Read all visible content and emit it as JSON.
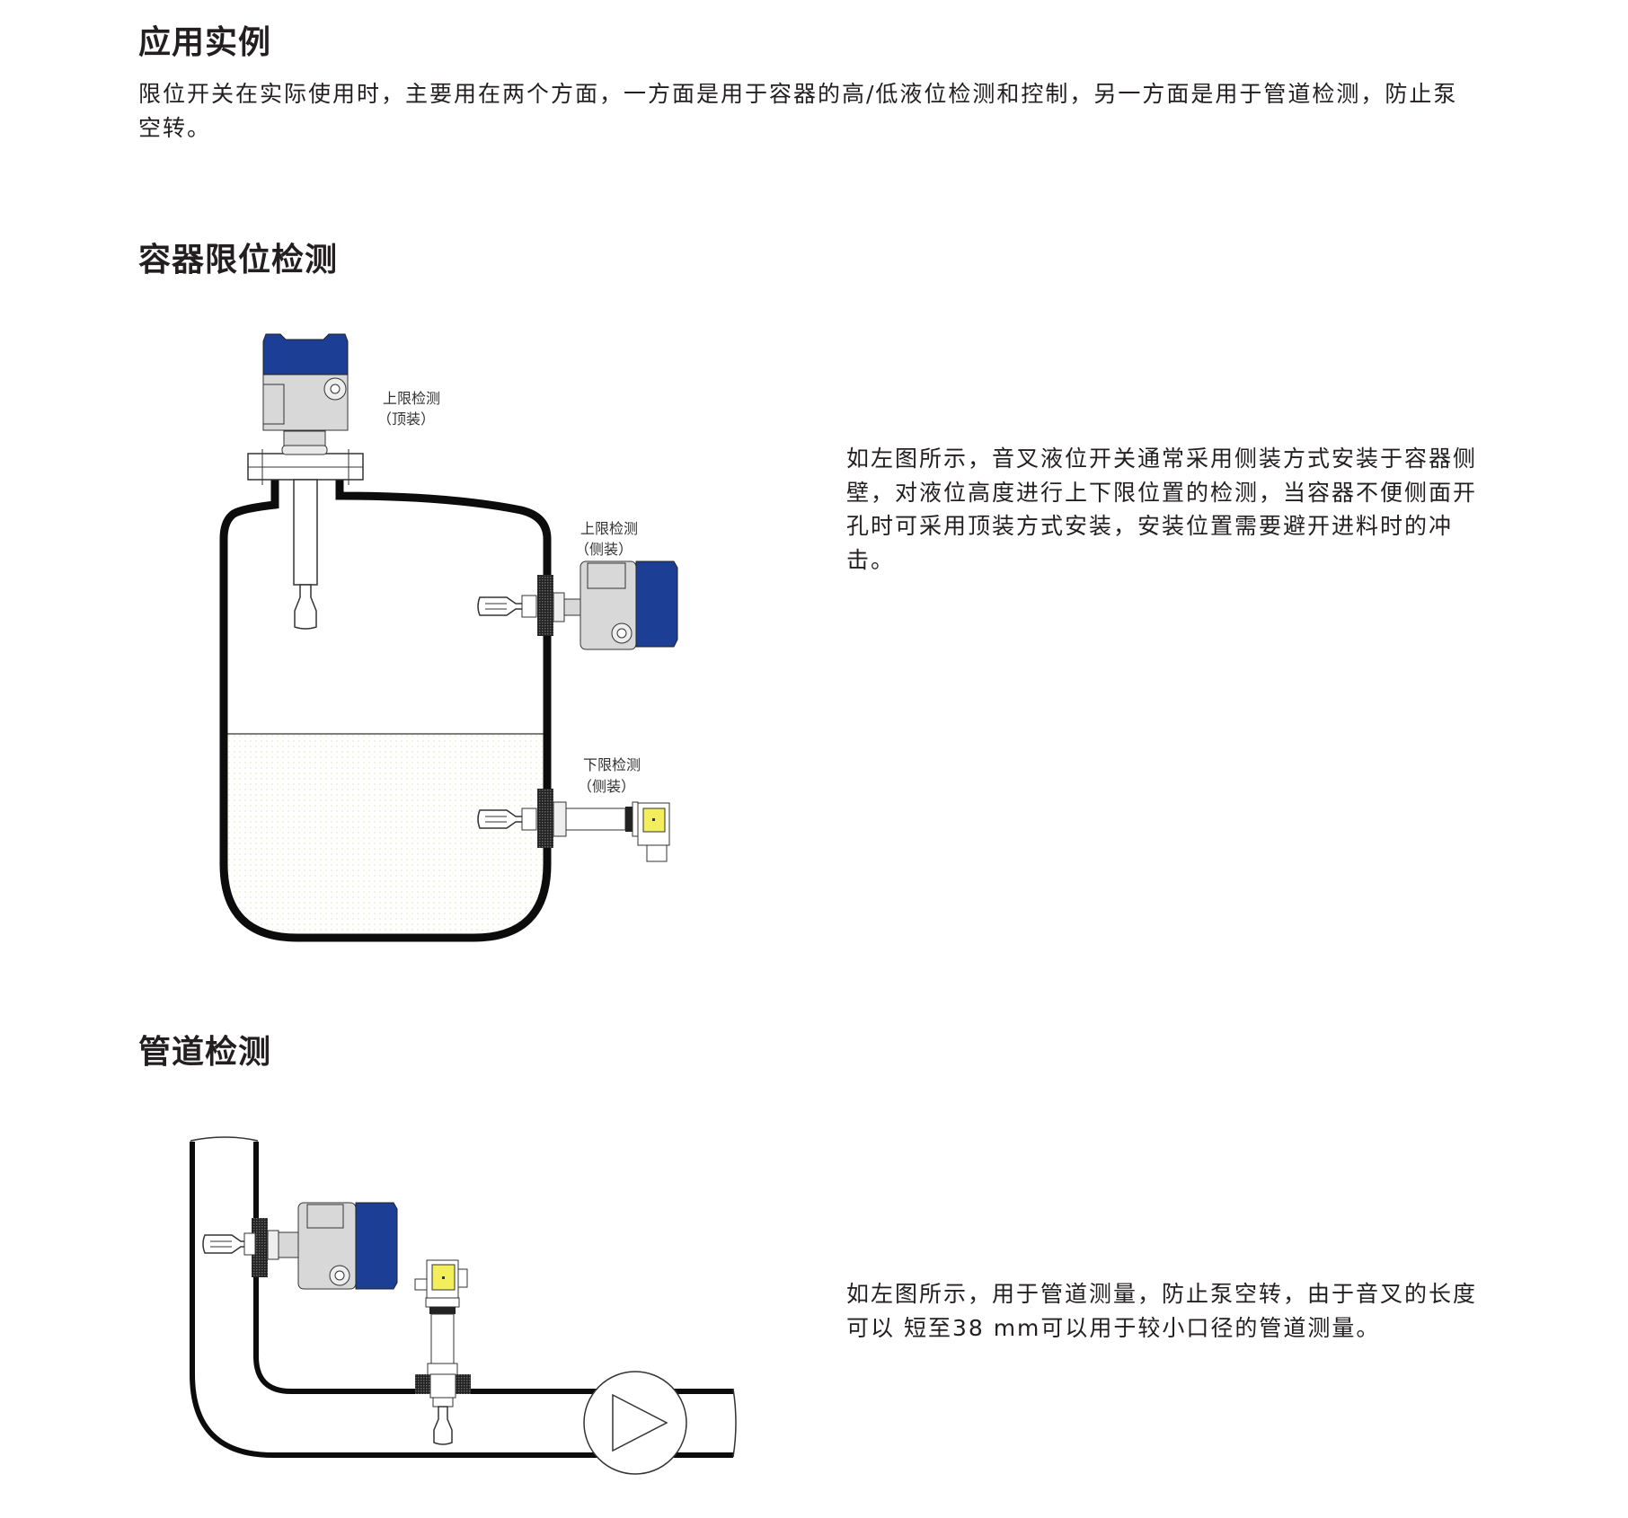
{
  "section_app": {
    "title": "应用实例",
    "lines": [
      "限位开关在实际使用时，主要用在两个方面，一方面是用于容器的高/低液位检测和控制，另一方面是用于管道检测，防止泵",
      "空转。"
    ]
  },
  "section_tank": {
    "title": "容器限位检测",
    "labels": {
      "top_line1": "上限检测",
      "top_line2": "（顶装）",
      "side_upper_line1": "上限检测",
      "side_upper_line2": "（侧装）",
      "side_lower_line1": "下限检测",
      "side_lower_line2": "（侧装）"
    },
    "lines": [
      "如左图所示，音叉液位开关通常采用侧装方式安装于容器侧",
      "壁，对液位高度进行上下限位置的检测，当容器不便侧面开",
      "孔时可采用顶装方式安装，安装位置需要避开进料时的冲",
      "击。"
    ]
  },
  "section_pipe": {
    "title": "管道检测",
    "lines": [
      "如左图所示，用于管道测量，防止泵空转，由于音叉的长度",
      "可以 短至38 mm可以用于较小口径的管道测量。"
    ]
  },
  "colors": {
    "housing_blue": "#1c3f95",
    "housing_gray": "#d8d8d8",
    "connector_yellow": "#f2ee5c",
    "text": "#231f20"
  }
}
